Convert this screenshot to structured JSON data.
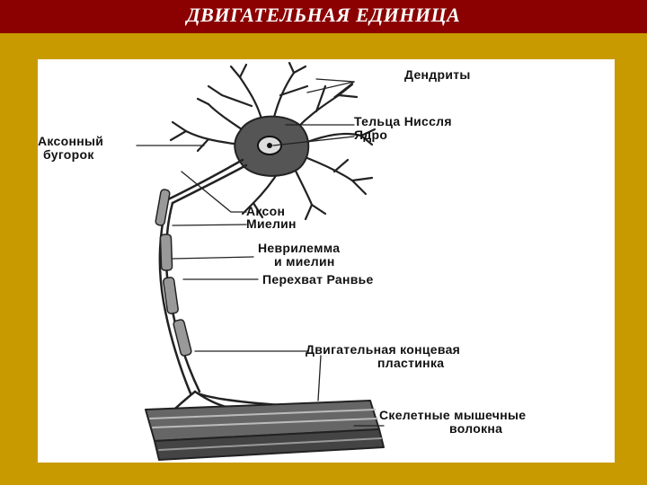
{
  "slide": {
    "title": "ДВИГАТЕЛЬНАЯ ЕДИНИЦА"
  },
  "colors": {
    "title_bar": "#8b0000",
    "background": "#c99a00",
    "panel": "#ffffff"
  },
  "labels": {
    "dendrites": "Дендриты",
    "nissl": "Тельца Ниссля",
    "nucleus": "Ядро",
    "axon_hillock_1": "Аксонный",
    "axon_hillock_2": "бугорок",
    "axon": "Аксон",
    "myelin": "Миелин",
    "neurilemma_1": "Неврилемма",
    "neurilemma_2": "и миелин",
    "ranvier": "Перехват Ранвье",
    "endplate_1": "Двигательная концевая",
    "endplate_2": "пластинка",
    "muscle_1": "Скелетные мышечные",
    "muscle_2": "волокна"
  }
}
